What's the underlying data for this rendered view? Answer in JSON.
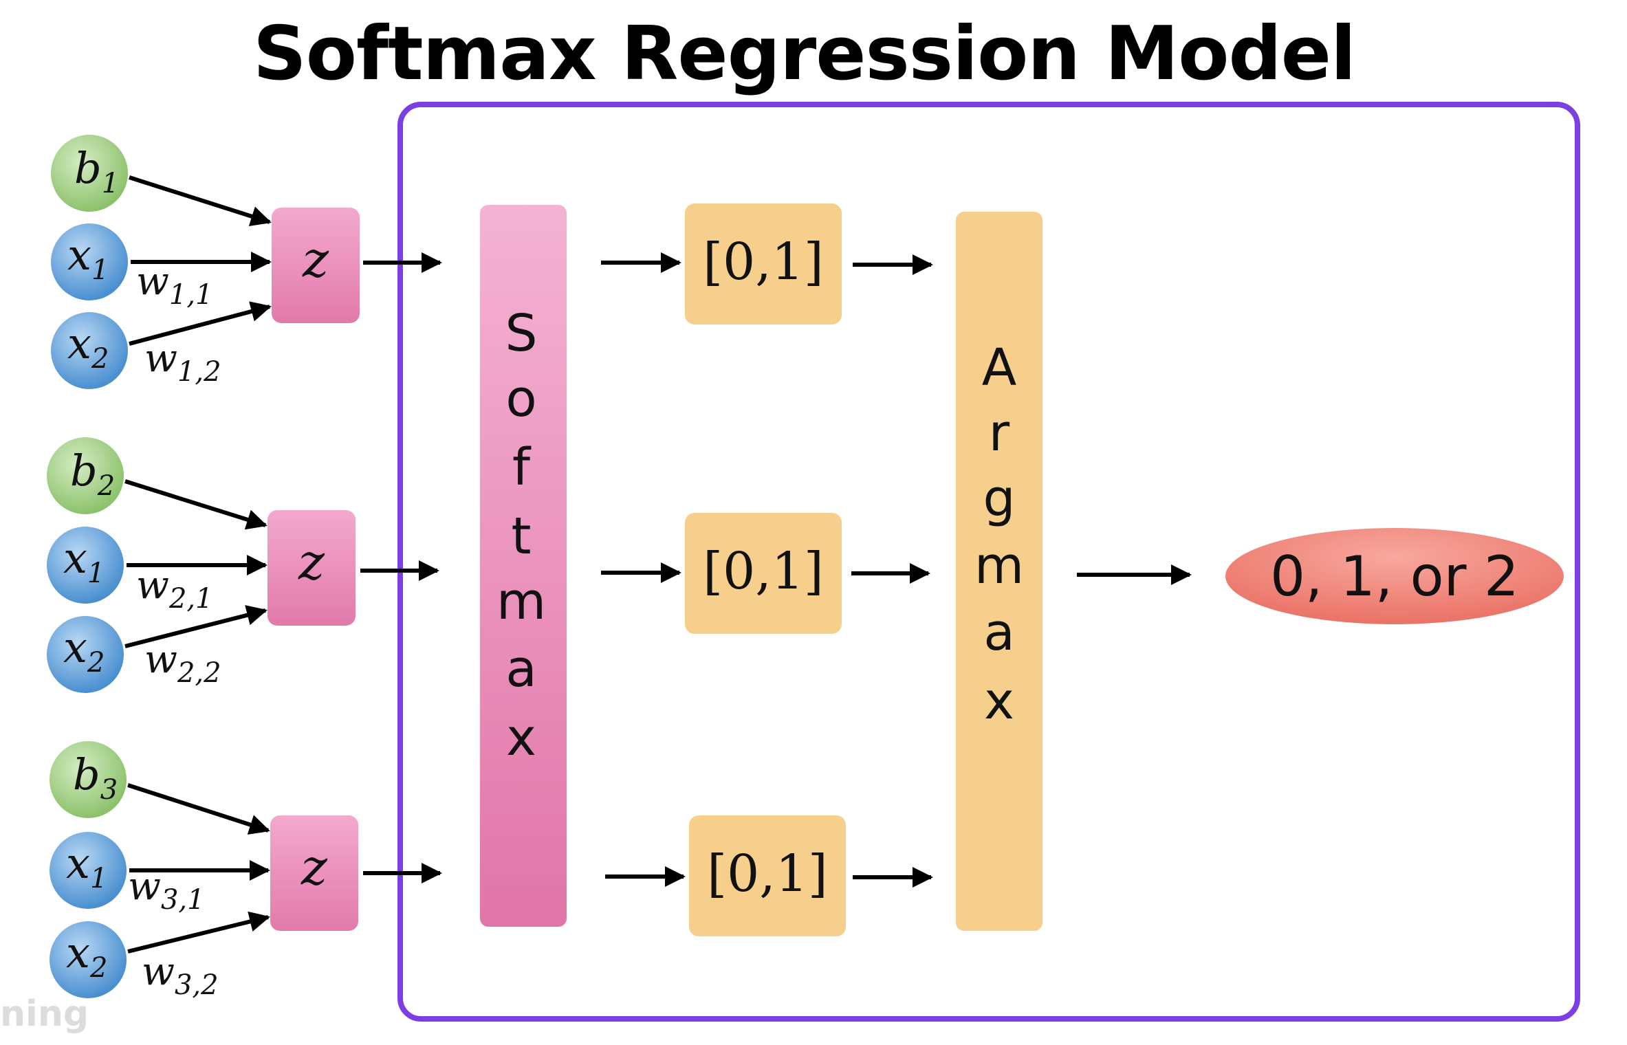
{
  "title": "Softmax Regression Model",
  "units": [
    {
      "b": "b",
      "b_sub": "1",
      "x1": "x",
      "x1_sub": "1",
      "x2": "x",
      "x2_sub": "2",
      "w1": "w",
      "w1_sub": "1,1",
      "w2": "w",
      "w2_sub": "1,2",
      "z": "z",
      "prob": "[0,1]"
    },
    {
      "b": "b",
      "b_sub": "2",
      "x1": "x",
      "x1_sub": "1",
      "x2": "x",
      "x2_sub": "2",
      "w1": "w",
      "w1_sub": "2,1",
      "w2": "w",
      "w2_sub": "2,2",
      "z": "z",
      "prob": "[0,1]"
    },
    {
      "b": "b",
      "b_sub": "3",
      "x1": "x",
      "x1_sub": "1",
      "x2": "x",
      "x2_sub": "2",
      "w1": "w",
      "w1_sub": "3,1",
      "w2": "w",
      "w2_sub": "3,2",
      "z": "z",
      "prob": "[0,1]"
    }
  ],
  "softmax_letters": [
    "S",
    "o",
    "f",
    "t",
    "m",
    "a",
    "x"
  ],
  "argmax_letters": [
    "A",
    "r",
    "g",
    "m",
    "a",
    "x"
  ],
  "output": "0, 1, or 2",
  "watermark": "ning",
  "colors": {
    "bias_node": "#a9d18e",
    "input_node": "#6fa8dc",
    "z_box": "#e986b3",
    "softmax_bar": "#e989ba",
    "prob_box": "#f7cf8c",
    "argmax_bar": "#f7cf8c",
    "output_ellipse": "#f0857a",
    "frame": "#7b3fe4"
  }
}
